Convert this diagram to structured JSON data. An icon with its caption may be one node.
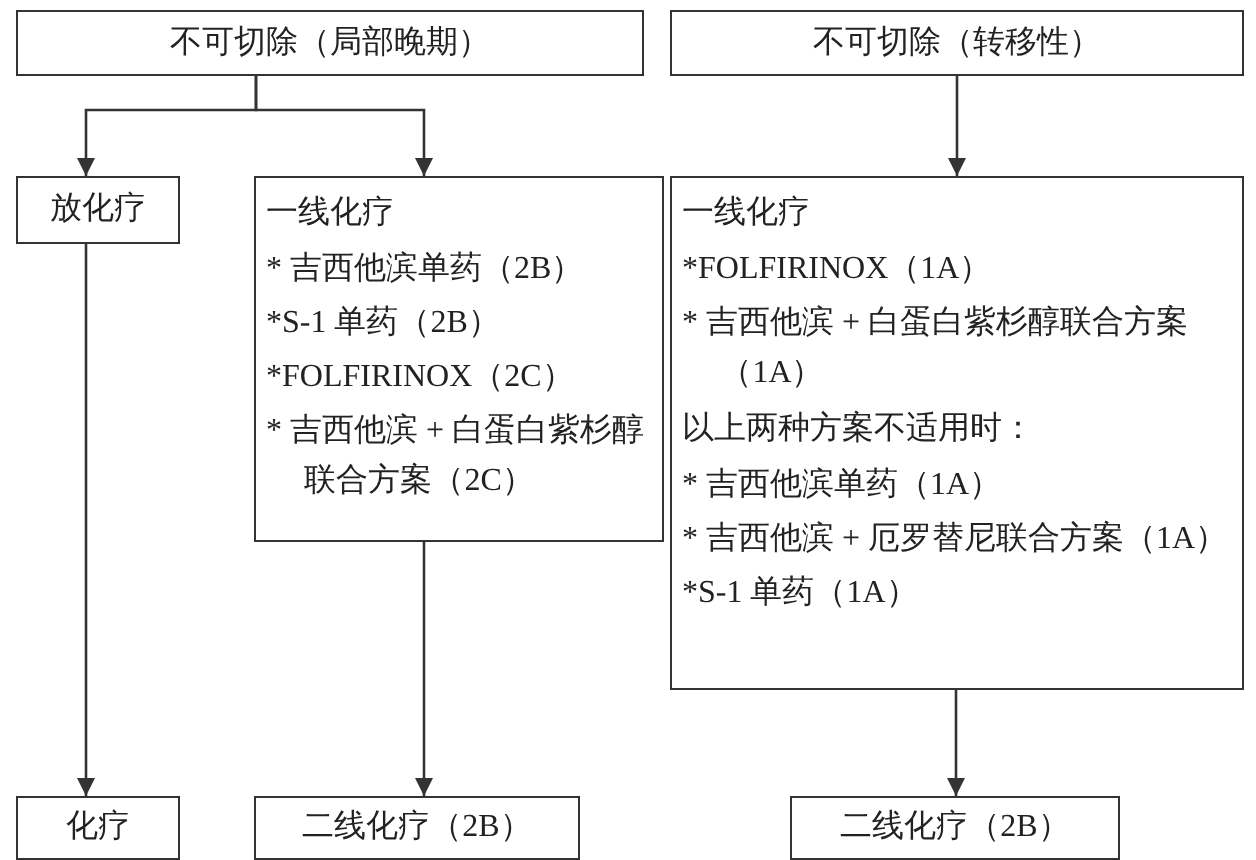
{
  "diagram": {
    "nodes": [
      {
        "text": [
          "不可切除（局部晚期）"
        ]
      },
      {
        "text": [
          "不可切除（转移性）"
        ]
      },
      {
        "text": [
          "放化疗"
        ]
      },
      {
        "text": [
          "一线化疗",
          "* 吉西他滨单药（2B）",
          "*S-1 单药（2B）",
          "*FOLFIRINOX（2C）",
          "* 吉西他滨 + 白蛋白紫杉醇联合方案（2C）"
        ]
      },
      {
        "text": [
          "一线化疗",
          "*FOLFIRINOX（1A）",
          "* 吉西他滨 + 白蛋白紫杉醇联合方案（1A）",
          "以上两种方案不适用时：",
          "* 吉西他滨单药（1A）",
          "* 吉西他滨 + 厄罗替尼联合方案（1A）",
          "*S-1 单药（1A）"
        ]
      },
      {
        "text": [
          "化疗"
        ]
      },
      {
        "text": [
          "二线化疗（2B）"
        ]
      },
      {
        "text": [
          "二线化疗（2B）"
        ]
      }
    ],
    "edges": [
      {
        "from": 0,
        "to": 2,
        "arrow": "to"
      },
      {
        "from": 0,
        "to": 3,
        "arrow": "to"
      },
      {
        "from": 1,
        "to": 4,
        "arrow": "to"
      },
      {
        "from": 2,
        "to": 5,
        "arrow": "to"
      },
      {
        "from": 3,
        "to": 6,
        "arrow": "to"
      },
      {
        "from": 4,
        "to": 7,
        "arrow": "to"
      }
    ]
  }
}
